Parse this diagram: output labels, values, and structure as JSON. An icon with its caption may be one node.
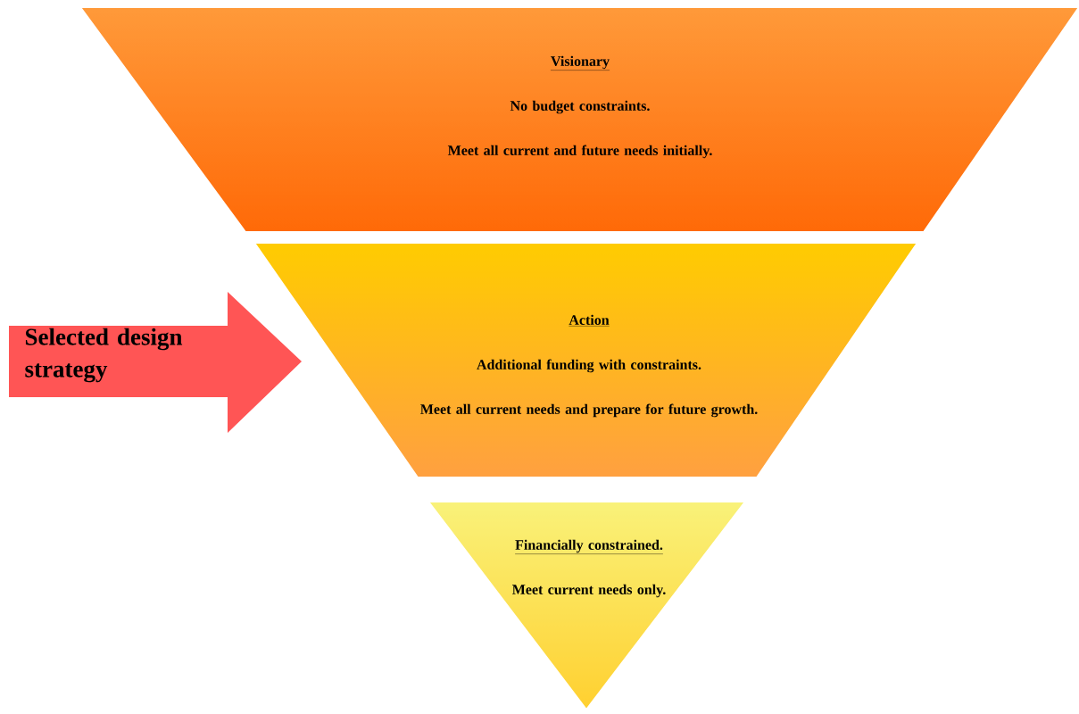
{
  "diagram": {
    "nodes": [
      {
        "text": [
          "Visionary",
          "No budget constraints.",
          "Meet all current and future needs initially."
        ]
      },
      {
        "text": [
          "Action",
          "Additional funding with constraints.",
          "Meet all current needs and prepare for future growth."
        ]
      },
      {
        "text": [
          "Financially constrained.",
          "Meet current needs only."
        ]
      },
      {
        "text": [
          "Selected design strategy"
        ]
      }
    ]
  }
}
